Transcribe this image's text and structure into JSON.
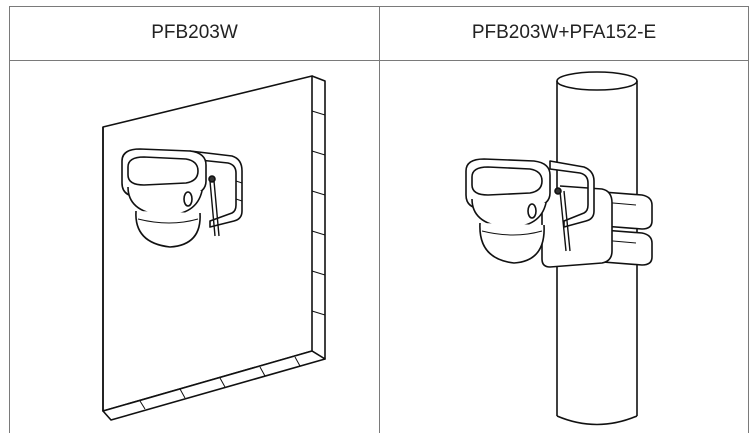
{
  "table": {
    "columns": [
      {
        "header": "PFB203W",
        "illustration": "wall-mount-camera-illustration"
      },
      {
        "header": "PFB203W+PFA152-E",
        "illustration": "pole-mount-camera-illustration"
      }
    ]
  }
}
